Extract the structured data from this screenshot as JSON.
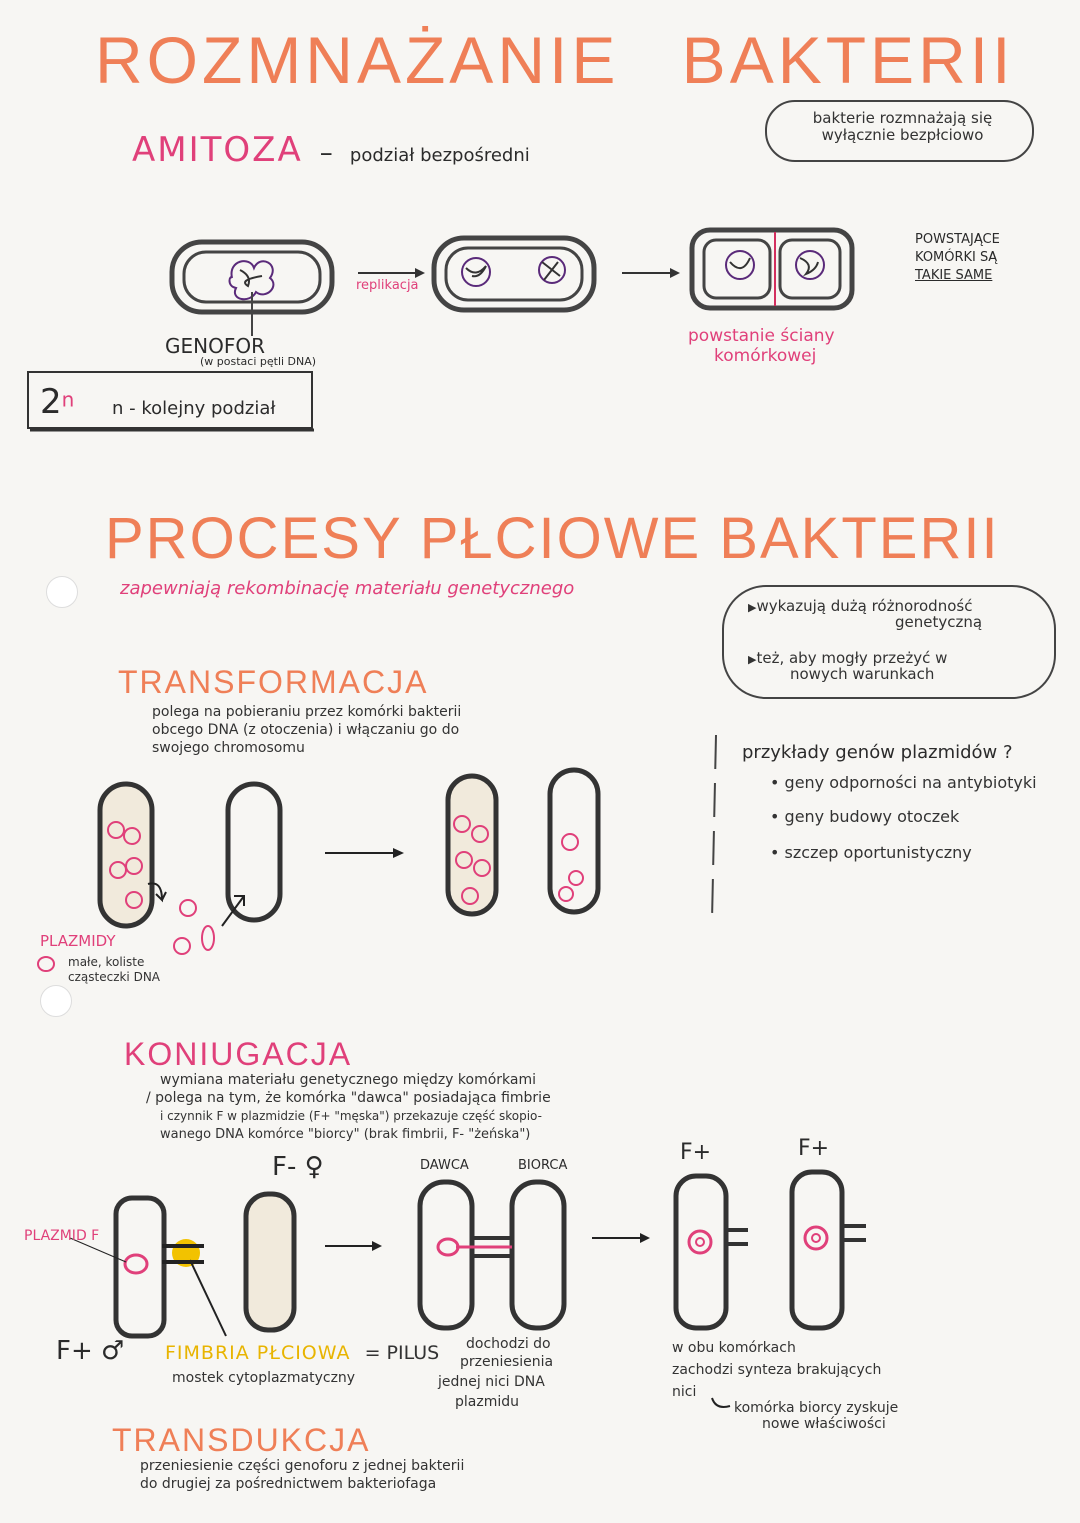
{
  "header": {
    "title": "ROZMNAŻANIE BAKTERII",
    "cloud": "bakterie rozmnażają się wyłącznie bezpłciowo"
  },
  "amitoza": {
    "heading": "AMITOZA",
    "dash": "–",
    "definition": "podział bezpośredni",
    "replication_label": "replikacja",
    "genofor_label": "GENOFOR",
    "genofor_note": "(w postaci pętli DNA)",
    "formula_base": "2",
    "formula_exp": "n",
    "formula_desc": "n - kolejny podział",
    "wall_label_1": "powstanie ściany",
    "wall_label_2": "komórkowej",
    "result_1": "POWSTAJĄCE",
    "result_2": "KOMÓRKI SĄ",
    "result_3": "TAKIE SAME"
  },
  "procesy": {
    "title": "PROCESY PŁCIOWE BAKTERII",
    "subtitle": "zapewniają rekombinację materiału genetycznego",
    "cloud_1a": "wykazują dużą różnorodność",
    "cloud_1b": "genetyczną",
    "cloud_2a": "też, aby mogły przeżyć w",
    "cloud_2b": "nowych warunkach"
  },
  "transformacja": {
    "heading": "TRANSFORMACJA",
    "desc_1": "polega na pobieraniu przez komórki bakterii",
    "desc_2": "obcego DNA (z otoczenia) i włączaniu go do",
    "desc_3": "swojego chromosomu",
    "plazmidy_label": "PLAZMIDY",
    "plazmidy_desc_1": "małe, koliste",
    "plazmidy_desc_2": "cząsteczki DNA",
    "examples_head": "przykłady genów plazmidów ?",
    "examples": [
      "geny odporności na antybiotyki",
      "geny budowy otoczek",
      "szczep oportunistyczny"
    ]
  },
  "koniugacja": {
    "heading": "KONIUGACJA",
    "desc_1": "wymiana materiału genetycznego między komórkami",
    "desc_2": "/ polega na tym, że komórka \"dawca\" posiadająca fimbrie",
    "desc_3": "i czynnik F w plazmidzie (F+ \"męska\") przekazuje część skopio-",
    "desc_4": "wanego DNA komórce \"biorcy\" (brak fimbrii, F- \"żeńska\")",
    "f_minus": "F- ♀",
    "f_plus_male": "F+ ♂",
    "plazmid_f": "PLAZMID F",
    "dawca": "DAWCA",
    "biorca": "BIORCA",
    "f_plus_1": "F+",
    "f_plus_2": "F+",
    "fimbria": "FIMBRIA PŁCIOWA",
    "pilus": "= PILUS",
    "fimbria_desc": "mostek cytoplazmatyczny",
    "pilus_desc_1": "dochodzi do",
    "pilus_desc_2": "przeniesienia",
    "pilus_desc_3": "jednej nici DNA",
    "pilus_desc_4": "plazmidu",
    "synthesis_1": "w obu komórkach",
    "synthesis_2": "zachodzi synteza brakujących",
    "synthesis_3": "nici",
    "synthesis_4": "komórka biorcy zyskuje",
    "synthesis_5": "nowe właściwości"
  },
  "transdukcja": {
    "heading": "TRANSDUKCJA",
    "desc_1": "przeniesienie części genoforu z jednej bakterii",
    "desc_2": "do drugiej za pośrednictwem bakteriofaga"
  },
  "colors": {
    "title": "#ef7f57",
    "accent": "#e0407a",
    "yellow": "#f2c200",
    "ink": "#2b2b2b"
  }
}
